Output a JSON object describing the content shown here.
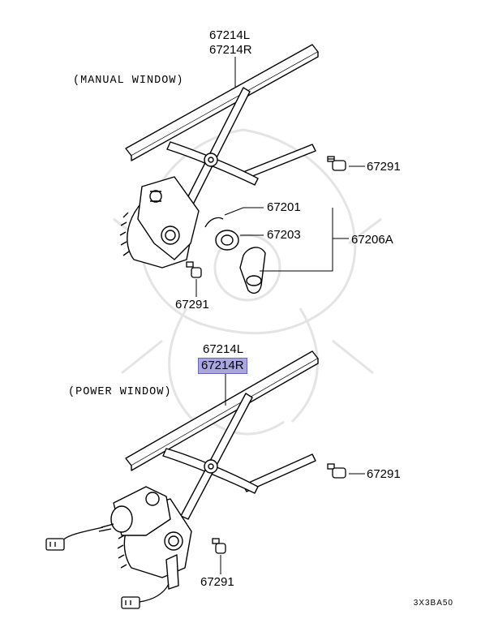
{
  "manual": {
    "caption": "(MANUAL WINDOW)",
    "regulator_left": "67214L",
    "regulator_right": "67214R",
    "bolt_right": "67291",
    "bolt_bottom": "67291",
    "snap_ring": "67201",
    "spacer": "67203",
    "handle_set": "67206A"
  },
  "power": {
    "caption": "(POWER WINDOW)",
    "regulator_left": "67214L",
    "regulator_right": "67214R",
    "bolt_right": "67291",
    "bolt_bottom": "67291"
  },
  "diagram_code": "3X3BA50",
  "colors": {
    "highlight": "#a9a6e0",
    "ink": "#000000",
    "watermark": "#e6e6e6"
  }
}
